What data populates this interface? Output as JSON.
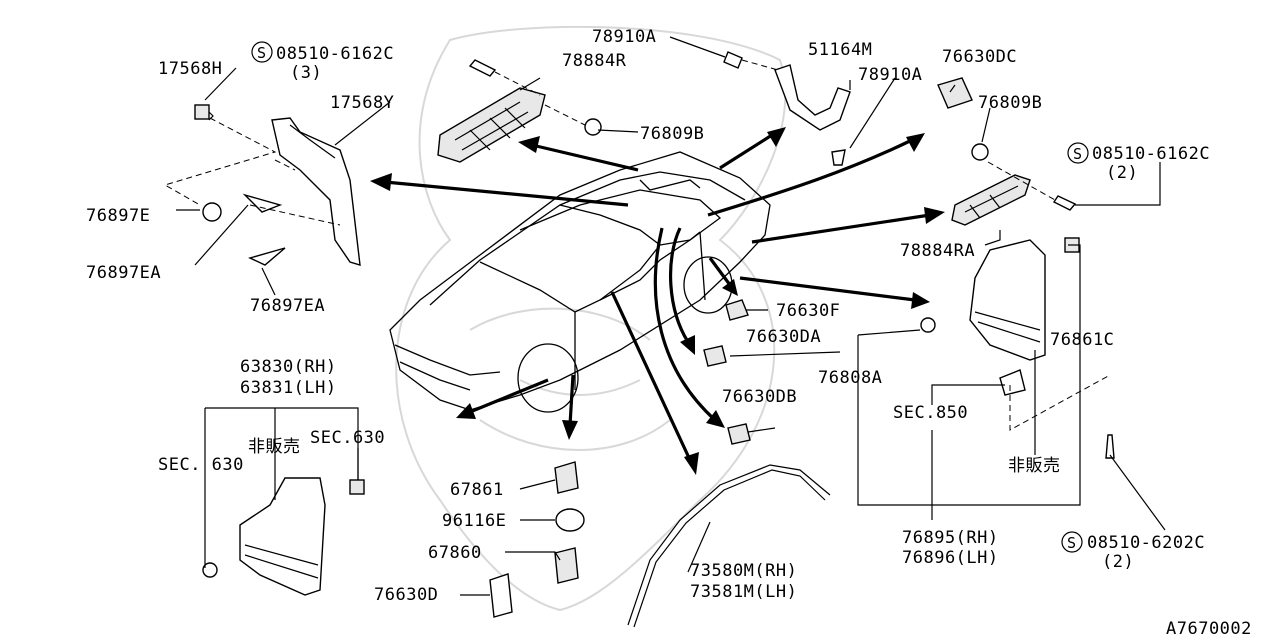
{
  "diagram": {
    "drawing_code": "A7670002",
    "parts": {
      "p17568H": "17568H",
      "p08510_6162C_top": "08510-6162C",
      "p08510_6162C_top_qty": "(3)",
      "p78910A_top": "78910A",
      "p78884R": "78884R",
      "p51164M": "51164M",
      "p78910A_right": "78910A",
      "p76630DC": "76630DC",
      "p76809B_right": "76809B",
      "p17568Y": "17568Y",
      "p76809B_center": "76809B",
      "p08510_6162C_right": "08510-6162C",
      "p08510_6162C_right_qty": "(2)",
      "p76897E": "76897E",
      "p76897EA_1": "76897EA",
      "p76897EA_2": "76897EA",
      "p78884RA": "78884RA",
      "p76630F": "76630F",
      "p76630DA": "76630DA",
      "p76861C": "76861C",
      "p76808A": "76808A",
      "p63830": "63830(RH)",
      "p63831": "63831(LH)",
      "not_for_sale_left": "非販売",
      "sec630_right": "SEC.630",
      "sec630_left": "SEC. 630",
      "p76630DB": "76630DB",
      "sec850": "SEC.850",
      "not_for_sale_right": "非販売",
      "p67861": "67861",
      "p96116E": "96116E",
      "p67860": "67860",
      "p76630D": "76630D",
      "p73580M": "73580M(RH)",
      "p73581M": "73581M(LH)",
      "p76895": "76895(RH)",
      "p76896": "76896(LH)",
      "p08510_6202C": "08510-6202C",
      "p08510_6202C_qty": "(2)",
      "s_symbol": "S"
    }
  }
}
